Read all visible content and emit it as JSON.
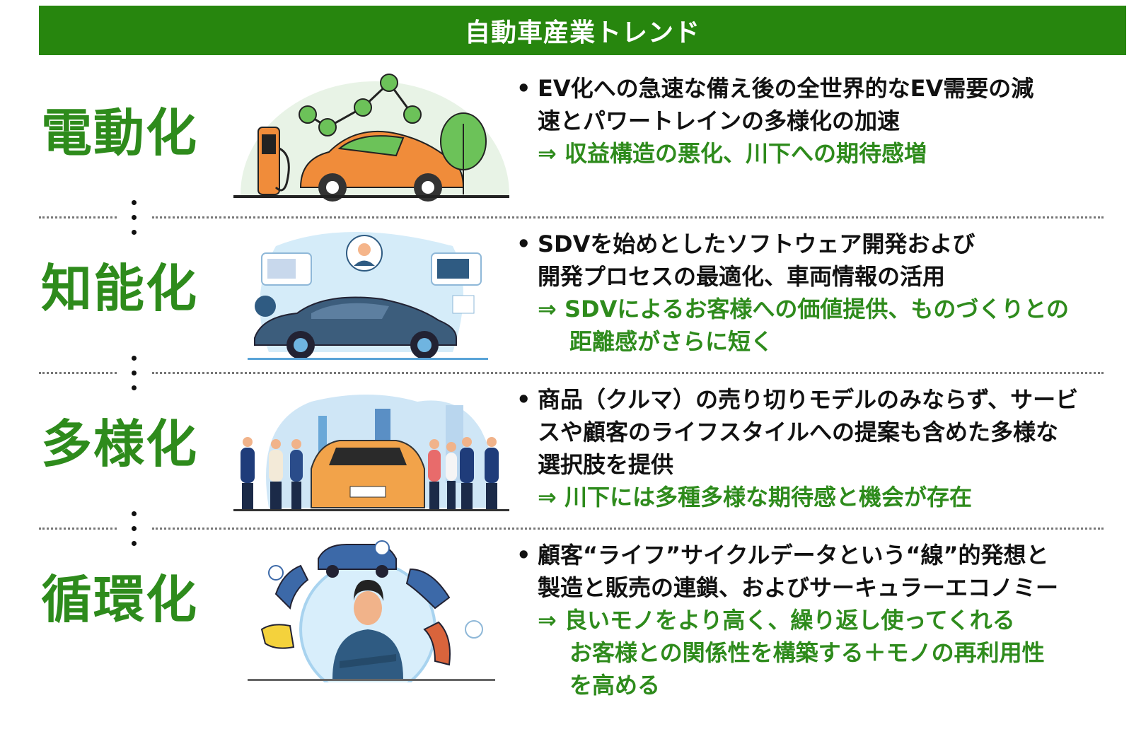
{
  "header": {
    "title": "自動車産業トレンド",
    "color": "#27860e"
  },
  "accent_color": "#2e8b1c",
  "sections": [
    {
      "label": "電動化",
      "illustration": "ev-charging-car-illustration",
      "bullet": "EV化への急速な備え後の全世界的なEV需要の減速とパワートレインの多様化の加速",
      "bullet_lines": [
        "EV化への急速な備え後の全世界的なEV需要の減",
        "速とパワートレインの多様化の加速"
      ],
      "result_lines": [
        "⇒ 収益構造の悪化、川下への期待感増"
      ]
    },
    {
      "label": "知能化",
      "illustration": "connected-software-car-illustration",
      "bullet_lines": [
        "SDVを始めとしたソフトウェア開発および",
        "開発プロセスの最適化、車両情報の活用"
      ],
      "result_lines": [
        "⇒ SDVによるお客様への価値提供、ものづくりとの",
        "距離感がさらに短く"
      ]
    },
    {
      "label": "多様化",
      "illustration": "people-around-car-illustration",
      "bullet_lines": [
        "商品（クルマ）の売り切りモデルのみならず、サービ",
        "スや顧客のライフスタイルへの提案も含めた多様な",
        "選択肢を提供"
      ],
      "result_lines": [
        "⇒ 川下には多種多様な期待感と機会が存在"
      ]
    },
    {
      "label": "循環化",
      "illustration": "circular-lifecycle-illustration",
      "bullet_lines": [
        "顧客“ライフ”サイクルデータという“線”的発想と",
        "製造と販売の連鎖、およびサーキュラーエコノミー"
      ],
      "result_lines": [
        "⇒ 良いモノをより高く、繰り返し使ってくれる",
        "お客様との関係性を構築する＋モノの再利用性",
        "を高める"
      ]
    }
  ],
  "bullet_symbol": "•"
}
